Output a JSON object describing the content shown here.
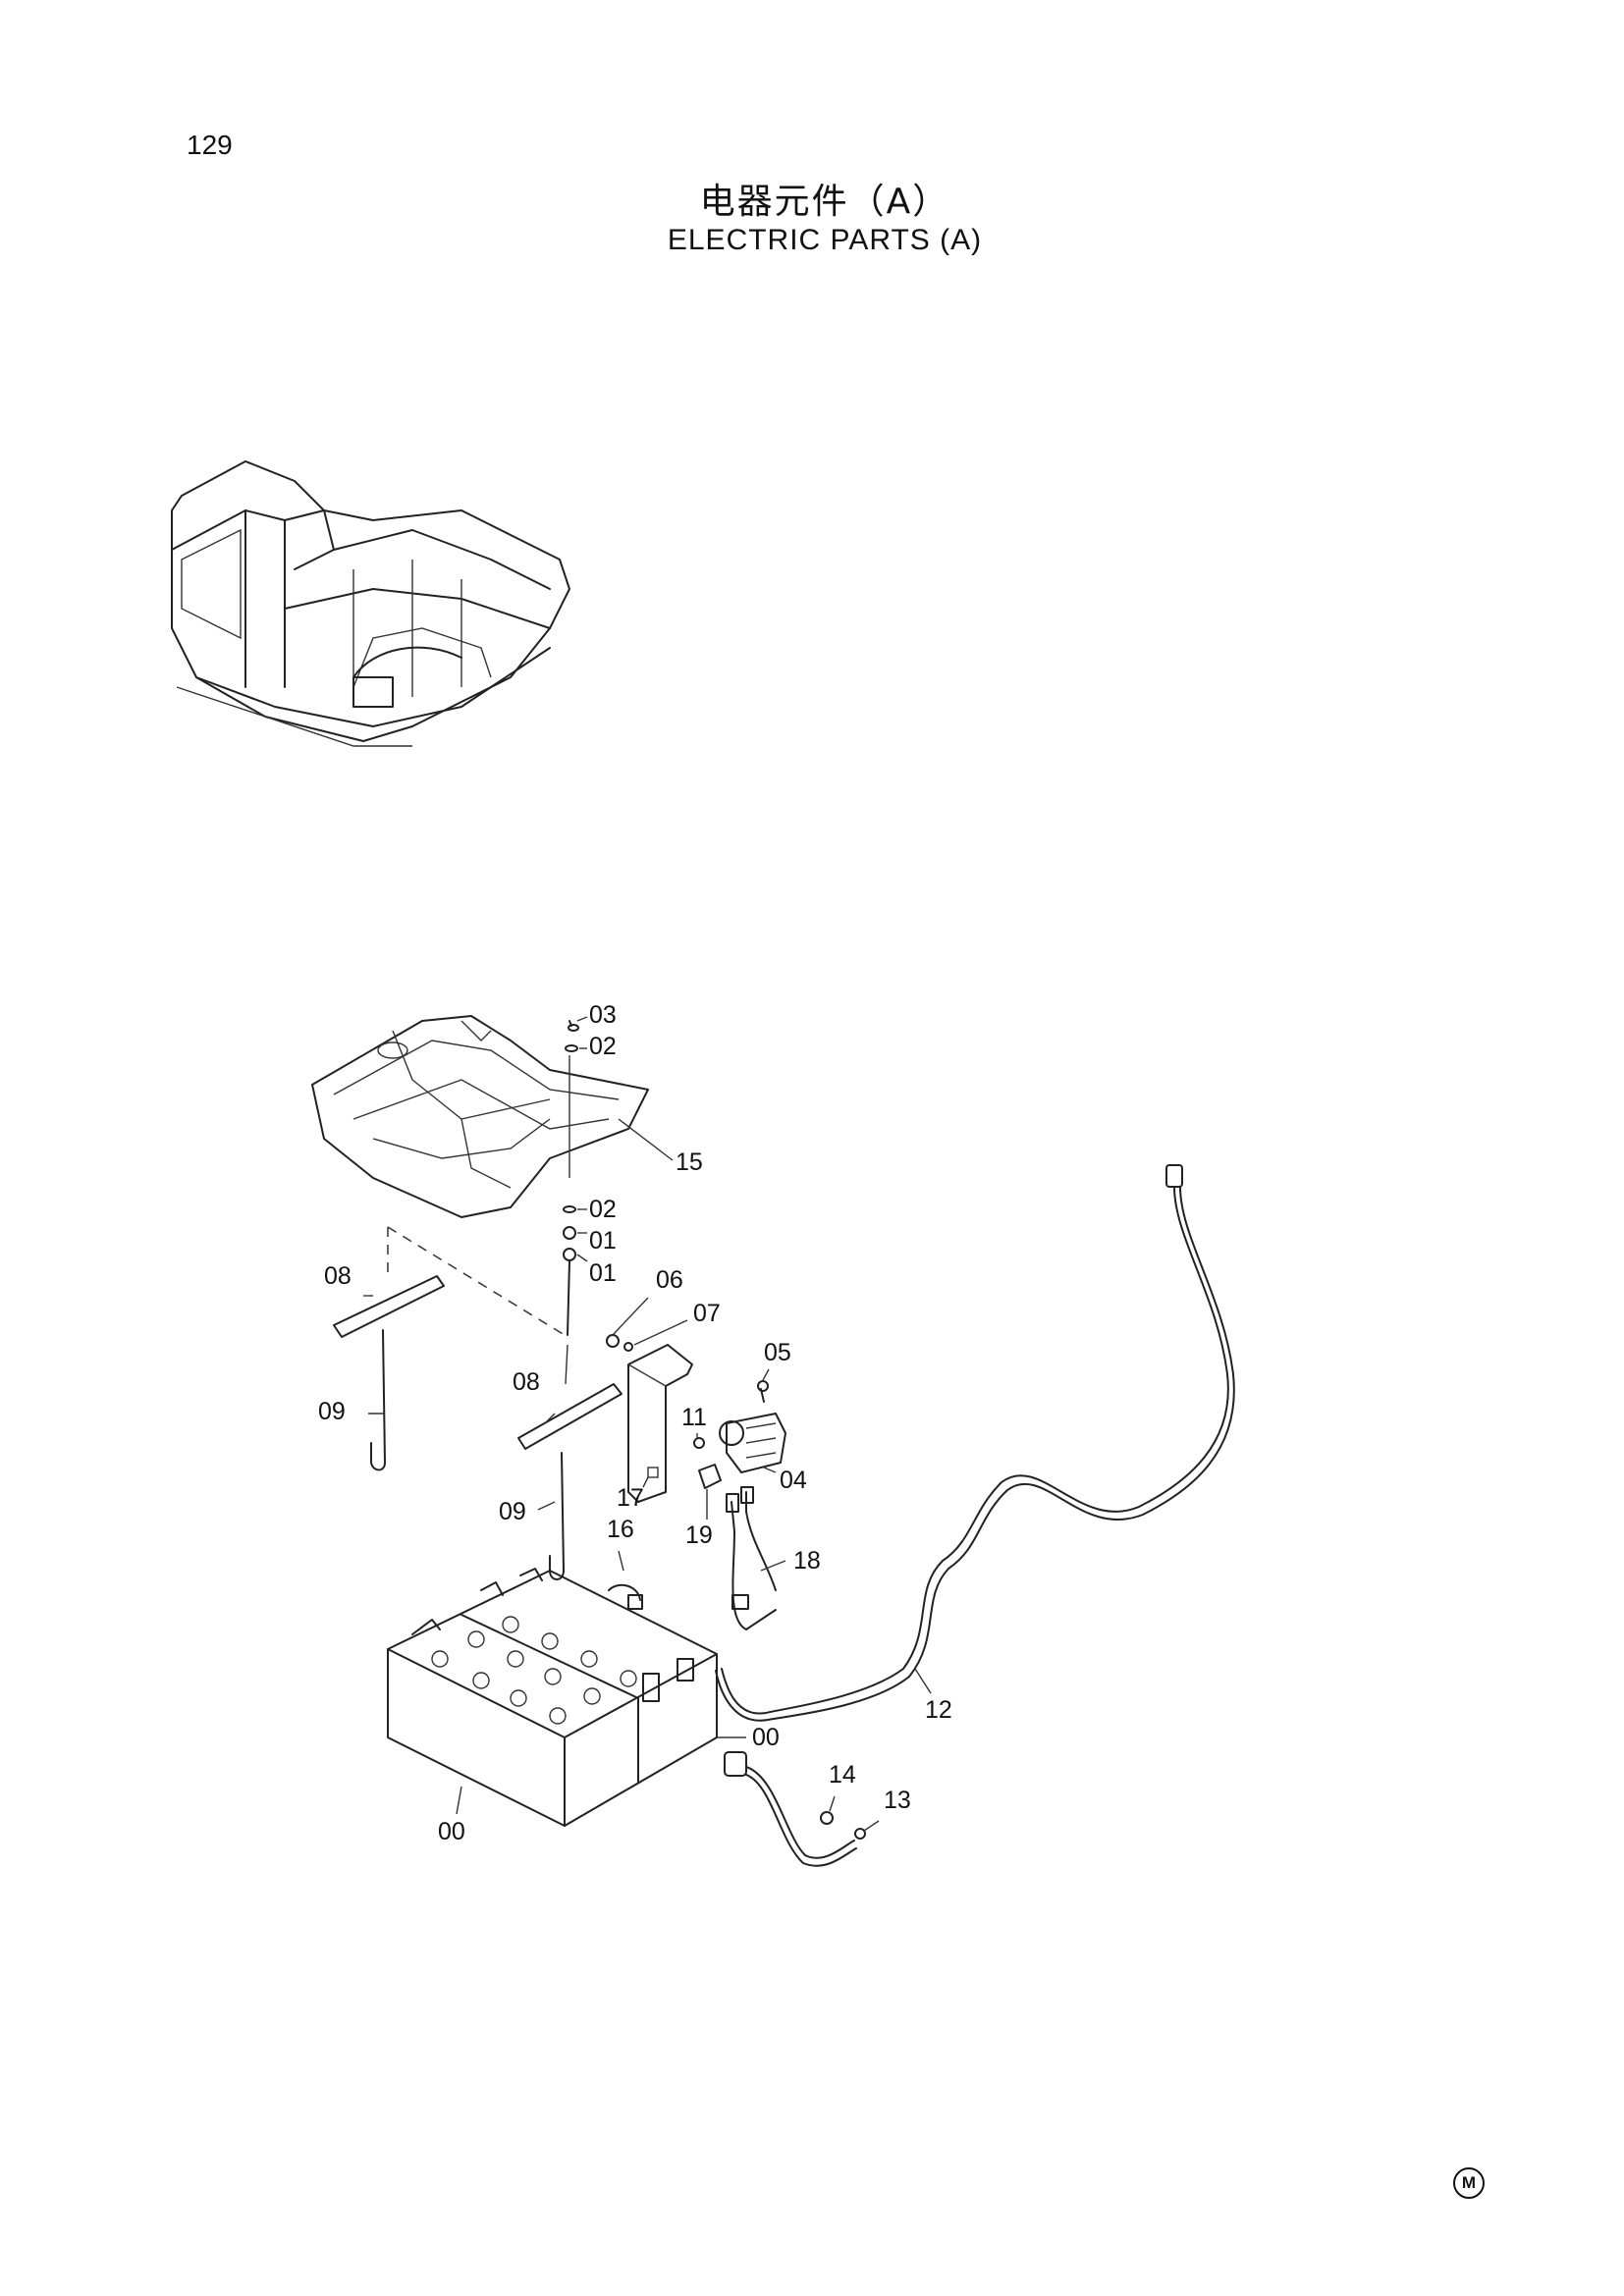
{
  "page_number": "129",
  "title_cn": "电器元件（A）",
  "title_en": "ELECTRIC PARTS (A)",
  "corner_mark": "M",
  "callouts": {
    "c03": "03",
    "c02a": "02",
    "c15": "15",
    "c02b": "02",
    "c01a": "01",
    "c01b": "01",
    "c06": "06",
    "c07": "07",
    "c08a": "08",
    "c09a": "09",
    "c08b": "08",
    "c05": "05",
    "c11": "11",
    "c04": "04",
    "c17": "17",
    "c09b": "09",
    "c16": "16",
    "c19": "19",
    "c18": "18",
    "c12": "12",
    "c00a": "00",
    "c00b": "00",
    "c14": "14",
    "c13": "13"
  }
}
